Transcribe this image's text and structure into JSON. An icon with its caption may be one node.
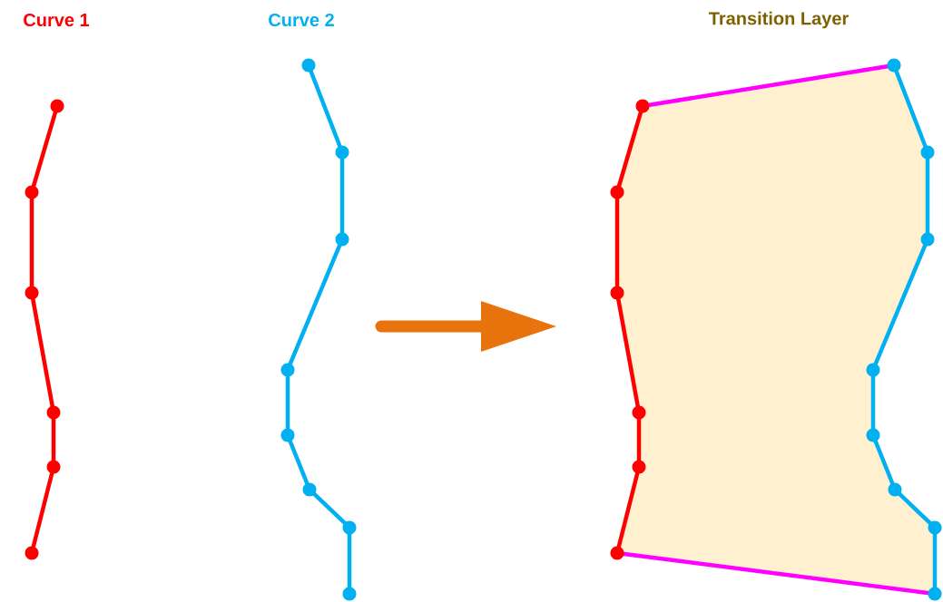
{
  "diagram": {
    "labels": [
      "Curve 1",
      "Curve 2",
      "Transition Layer"
    ]
  }
}
